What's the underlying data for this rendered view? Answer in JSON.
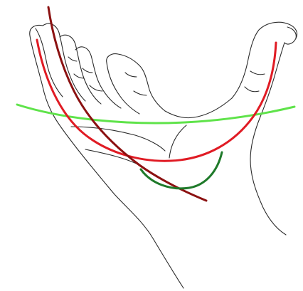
{
  "colors": {
    "background": "#ffffff",
    "outline": "#2a2a2a",
    "arc_red": "#e01b24",
    "line_dark_red": "#8b1111",
    "arc_light_green": "#5fe34a",
    "arc_dark_green": "#1f7a2a"
  },
  "figure": {
    "subject": "hand-outline-drawing",
    "curves": [
      {
        "name": "palmar-arch-curve",
        "color_key": "arc_red"
      },
      {
        "name": "oblique-axis-line",
        "color_key": "line_dark_red"
      },
      {
        "name": "transverse-axis-curve",
        "color_key": "arc_light_green"
      },
      {
        "name": "thenar-arc-curve",
        "color_key": "arc_dark_green"
      }
    ]
  }
}
